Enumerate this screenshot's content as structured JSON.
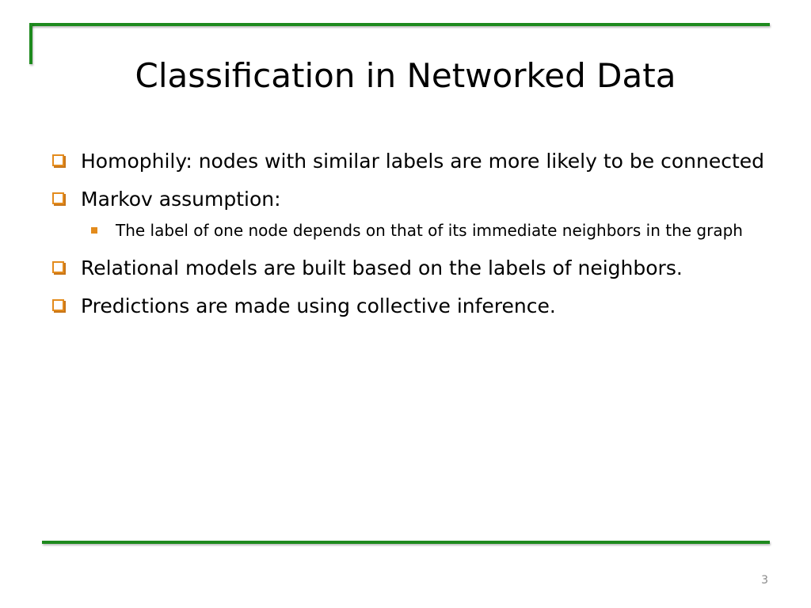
{
  "slide": {
    "title": "Classification in Networked Data",
    "bullets": [
      {
        "text": "Homophily: nodes with similar labels are more likely to be connected"
      },
      {
        "text": "Markov assumption:"
      },
      {
        "text": "The label of one node depends on that of its immediate neighbors in the graph"
      },
      {
        "text": "Relational models are built based on the labels of neighbors."
      },
      {
        "text": "Predictions are made using collective inference."
      }
    ],
    "page_number": "3"
  },
  "colors": {
    "frame_green": "#1e8a1e",
    "bullet_orange": "#e38b1c"
  },
  "icons": {
    "level1_bullet": "hollow-square-bullet-icon",
    "level2_bullet": "filled-square-bullet-icon"
  }
}
